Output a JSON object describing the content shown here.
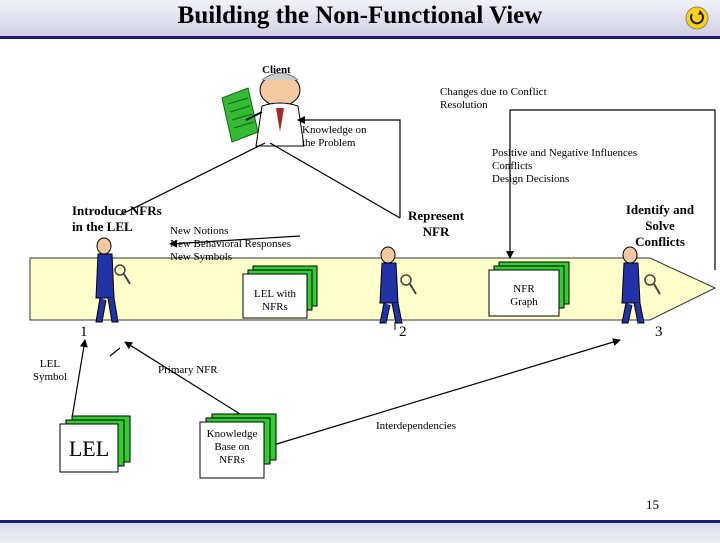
{
  "title": "Building the Non-Functional View",
  "client": "Client",
  "changes": [
    "Changes due to Conflict",
    "Resolution"
  ],
  "knowledge": [
    "Knowledge on",
    "the Problem"
  ],
  "influences": [
    "Positive and Negative Influences",
    "Conflicts",
    "Design Decisions"
  ],
  "step1_title": [
    "Introduce NFRs",
    "in the  LEL"
  ],
  "step1_notes": [
    "New Notions",
    "New Behavioral Responses",
    "New Symbols"
  ],
  "step2_title": [
    "Represent",
    "NFR"
  ],
  "step3_title": [
    "Identify and",
    "Solve",
    "Conflicts"
  ],
  "doc_lel_nfrs": [
    "LEL with",
    "NFRs"
  ],
  "doc_nfr_graph": [
    "NFR",
    "Graph"
  ],
  "num1": "1",
  "num2": "2",
  "num3": "3",
  "lel_symbol": [
    "LEL",
    "Symbol"
  ],
  "primary_nfr": "Primary NFR",
  "doc_lel": "LEL",
  "doc_kb": [
    "Knowledge",
    "Base on",
    "NFRs"
  ],
  "interdependencies": "Interdependencies",
  "page_number": "15",
  "colors": {
    "band": "#ffffcc",
    "accent": "#1a1a7a",
    "figure": "#2233aa"
  }
}
